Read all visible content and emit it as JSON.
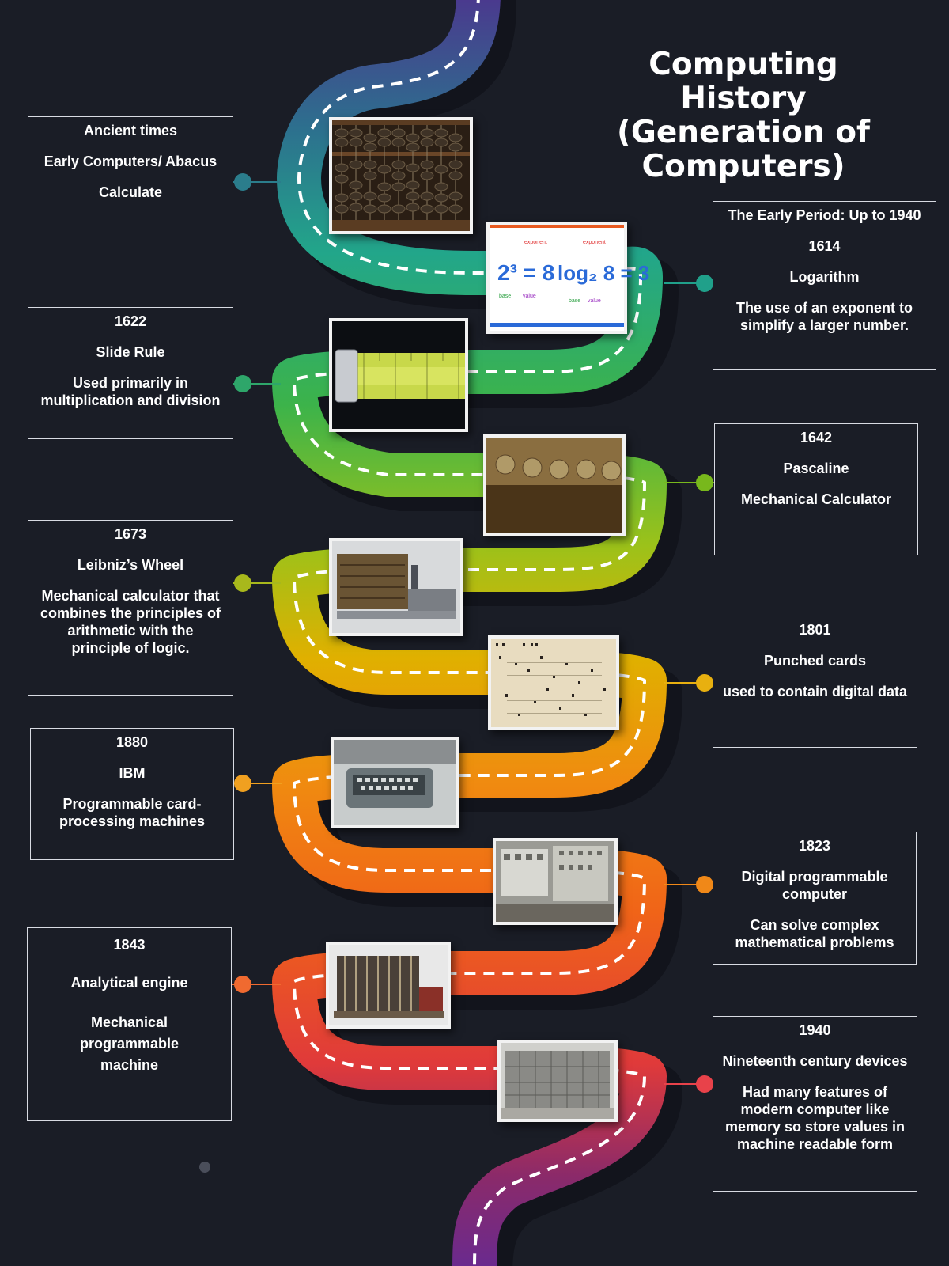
{
  "title": "Computing History (Generation of Computers)",
  "colors": {
    "background": "#1a1d26",
    "road_gradient": [
      "#4a3a8e",
      "#2d6f8e",
      "#22a68a",
      "#3cb34a",
      "#9bc21a",
      "#e0b000",
      "#f08a10",
      "#f06418",
      "#e03a3a",
      "#8a2a6a",
      "#6a2a8e"
    ],
    "card_border": "#d8dbe2",
    "text": "#ffffff"
  },
  "left_milestones": [
    {
      "date": "Ancient times",
      "name": "Early Computers/ Abacus",
      "description": "Calculate",
      "color": "#2b7d8c",
      "image": "abacus"
    },
    {
      "date": "1622",
      "name": "Slide Rule",
      "description": "Used primarily in multiplication and division",
      "color": "#2ea66a",
      "image": "slide-rule"
    },
    {
      "date": "1673",
      "name": "Leibniz’s Wheel",
      "description": "Mechanical calculator that combines the principles of arithmetic with the principle of logic.",
      "color": "#a8b81c",
      "image": "leibniz-wheel"
    },
    {
      "date": "1880",
      "name": "IBM",
      "description": "Programmable card-processing machines",
      "color": "#f0a020",
      "image": "ibm-machine"
    },
    {
      "date": "1843",
      "name": "Analytical engine",
      "description": "Mechanical programmable machine",
      "color": "#f06a30",
      "image": "analytical-engine"
    }
  ],
  "right_milestones": [
    {
      "date": "The Early Period: Up to 1940",
      "name": "1614",
      "subtitle": "Logarithm",
      "description": "The use of an exponent to simplify a larger number.",
      "color": "#20a08a",
      "image": "logarithm-formula"
    },
    {
      "date": "1642",
      "name": "Pascaline",
      "description": "Mechanical Calculator",
      "color": "#78b81c",
      "image": "pascaline"
    },
    {
      "date": "1801",
      "name": "Punched cards",
      "description": "used to contain digital data",
      "color": "#e8b010",
      "image": "punched-card"
    },
    {
      "date": "1823",
      "name": "Digital programmable computer",
      "description": "Can solve complex mathematical problems",
      "color": "#f08818",
      "image": "computer-room"
    },
    {
      "date": "1940",
      "name": "Nineteenth century devices",
      "description": "Had many features of modern computer like memory so store values in machine readable form",
      "color": "#e8424a",
      "image": "mainframe"
    }
  ],
  "formula": {
    "left": "2³ = 8",
    "right": "log₂ 8 = 3",
    "base_label": "base",
    "value_label": "value",
    "exponent_label": "exponent"
  }
}
